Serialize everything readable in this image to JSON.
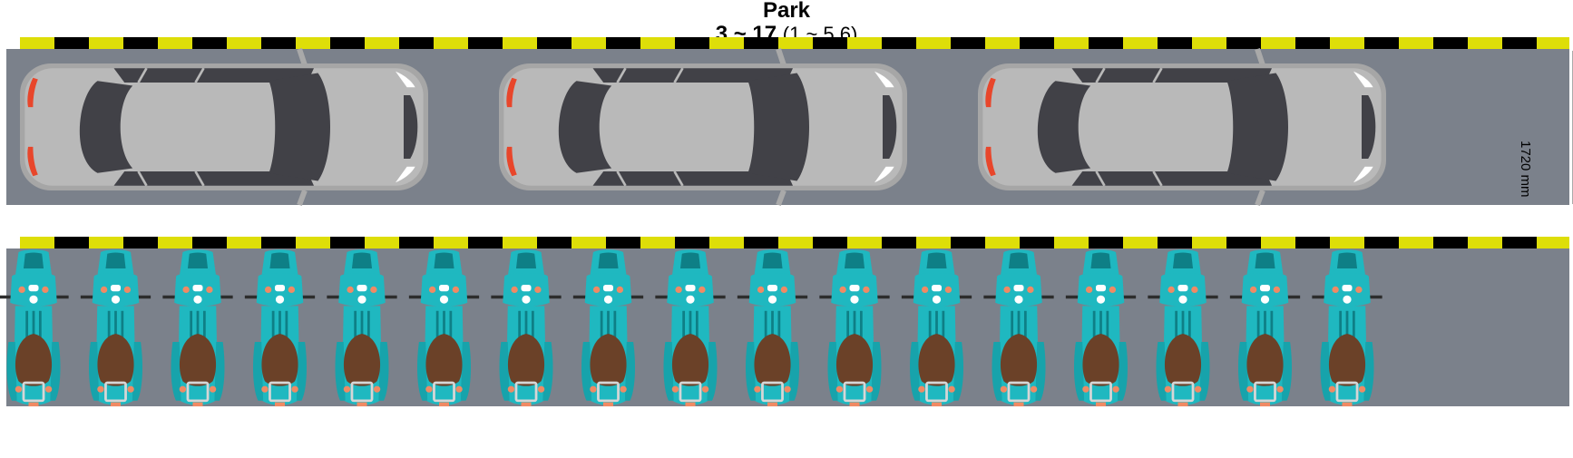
{
  "header": {
    "title": "Park",
    "ratio_bold": "3 ~ 17",
    "ratio_sub": "(1 ~ 5.6)"
  },
  "dimension": {
    "label": "1720 mm"
  },
  "icons": {
    "car": "car-top-view-icon",
    "scooter": "scooter-top-view-icon"
  },
  "colors": {
    "asphalt": "#7b818b",
    "stripe_yellow": "#dede08",
    "stripe_black": "#000000",
    "car_body": "#b9b9b9",
    "car_rim": "#a9a9a9",
    "car_glass": "#414147",
    "tail_light": "#e8462b",
    "scooter_body": "#1fb8c0",
    "scooter_dark": "#0e7f86",
    "scooter_seat": "#6b4128"
  },
  "rows": {
    "cars": {
      "count": 3
    },
    "scooters": {
      "count": 17
    }
  }
}
